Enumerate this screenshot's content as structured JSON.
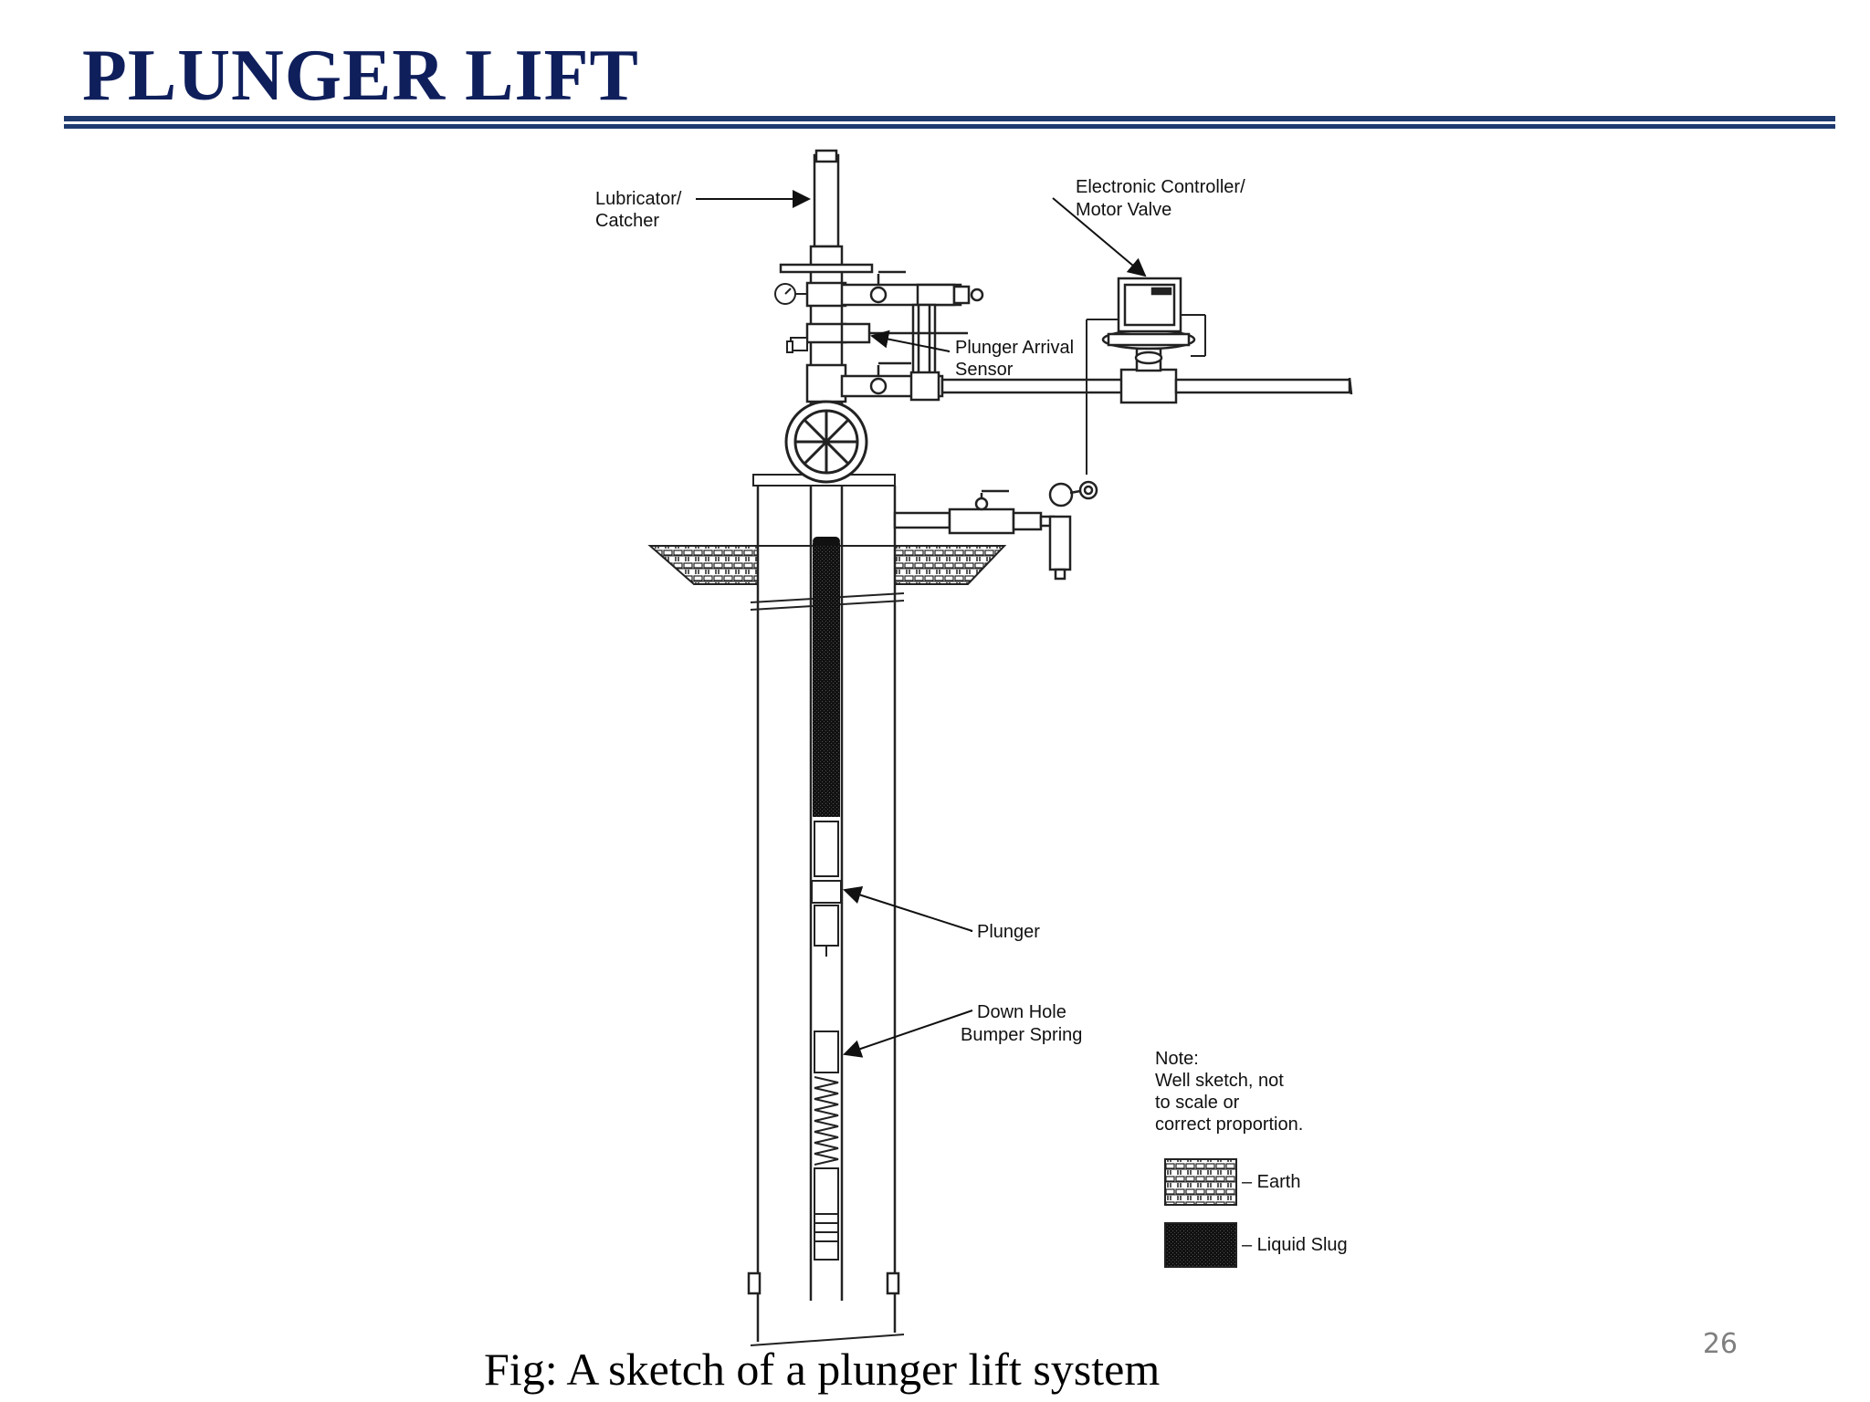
{
  "slide": {
    "title": "PLUNGER LIFT",
    "page_number": "26",
    "caption": "Fig: A sketch of a plunger lift system",
    "accent_color": "#1f3a6e",
    "title_color": "#0f1f5c"
  },
  "diagram": {
    "labels": {
      "lubricator_line1": "Lubricator/",
      "lubricator_line2": "Catcher",
      "controller_line1": "Electronic Controller/",
      "controller_line2": "Motor Valve",
      "sensor_line1": "Plunger Arrival",
      "sensor_line2": "Sensor",
      "plunger": "Plunger",
      "spring_line1": "Down Hole",
      "spring_line2": "Bumper Spring"
    },
    "note": {
      "line1": "Note:",
      "line2": "Well sketch, not",
      "line3": "to scale or",
      "line4": "correct proportion."
    },
    "legend": [
      {
        "label": "– Earth",
        "pattern": "earth"
      },
      {
        "label": "– Liquid Slug",
        "pattern": "liquid-slug"
      }
    ]
  }
}
